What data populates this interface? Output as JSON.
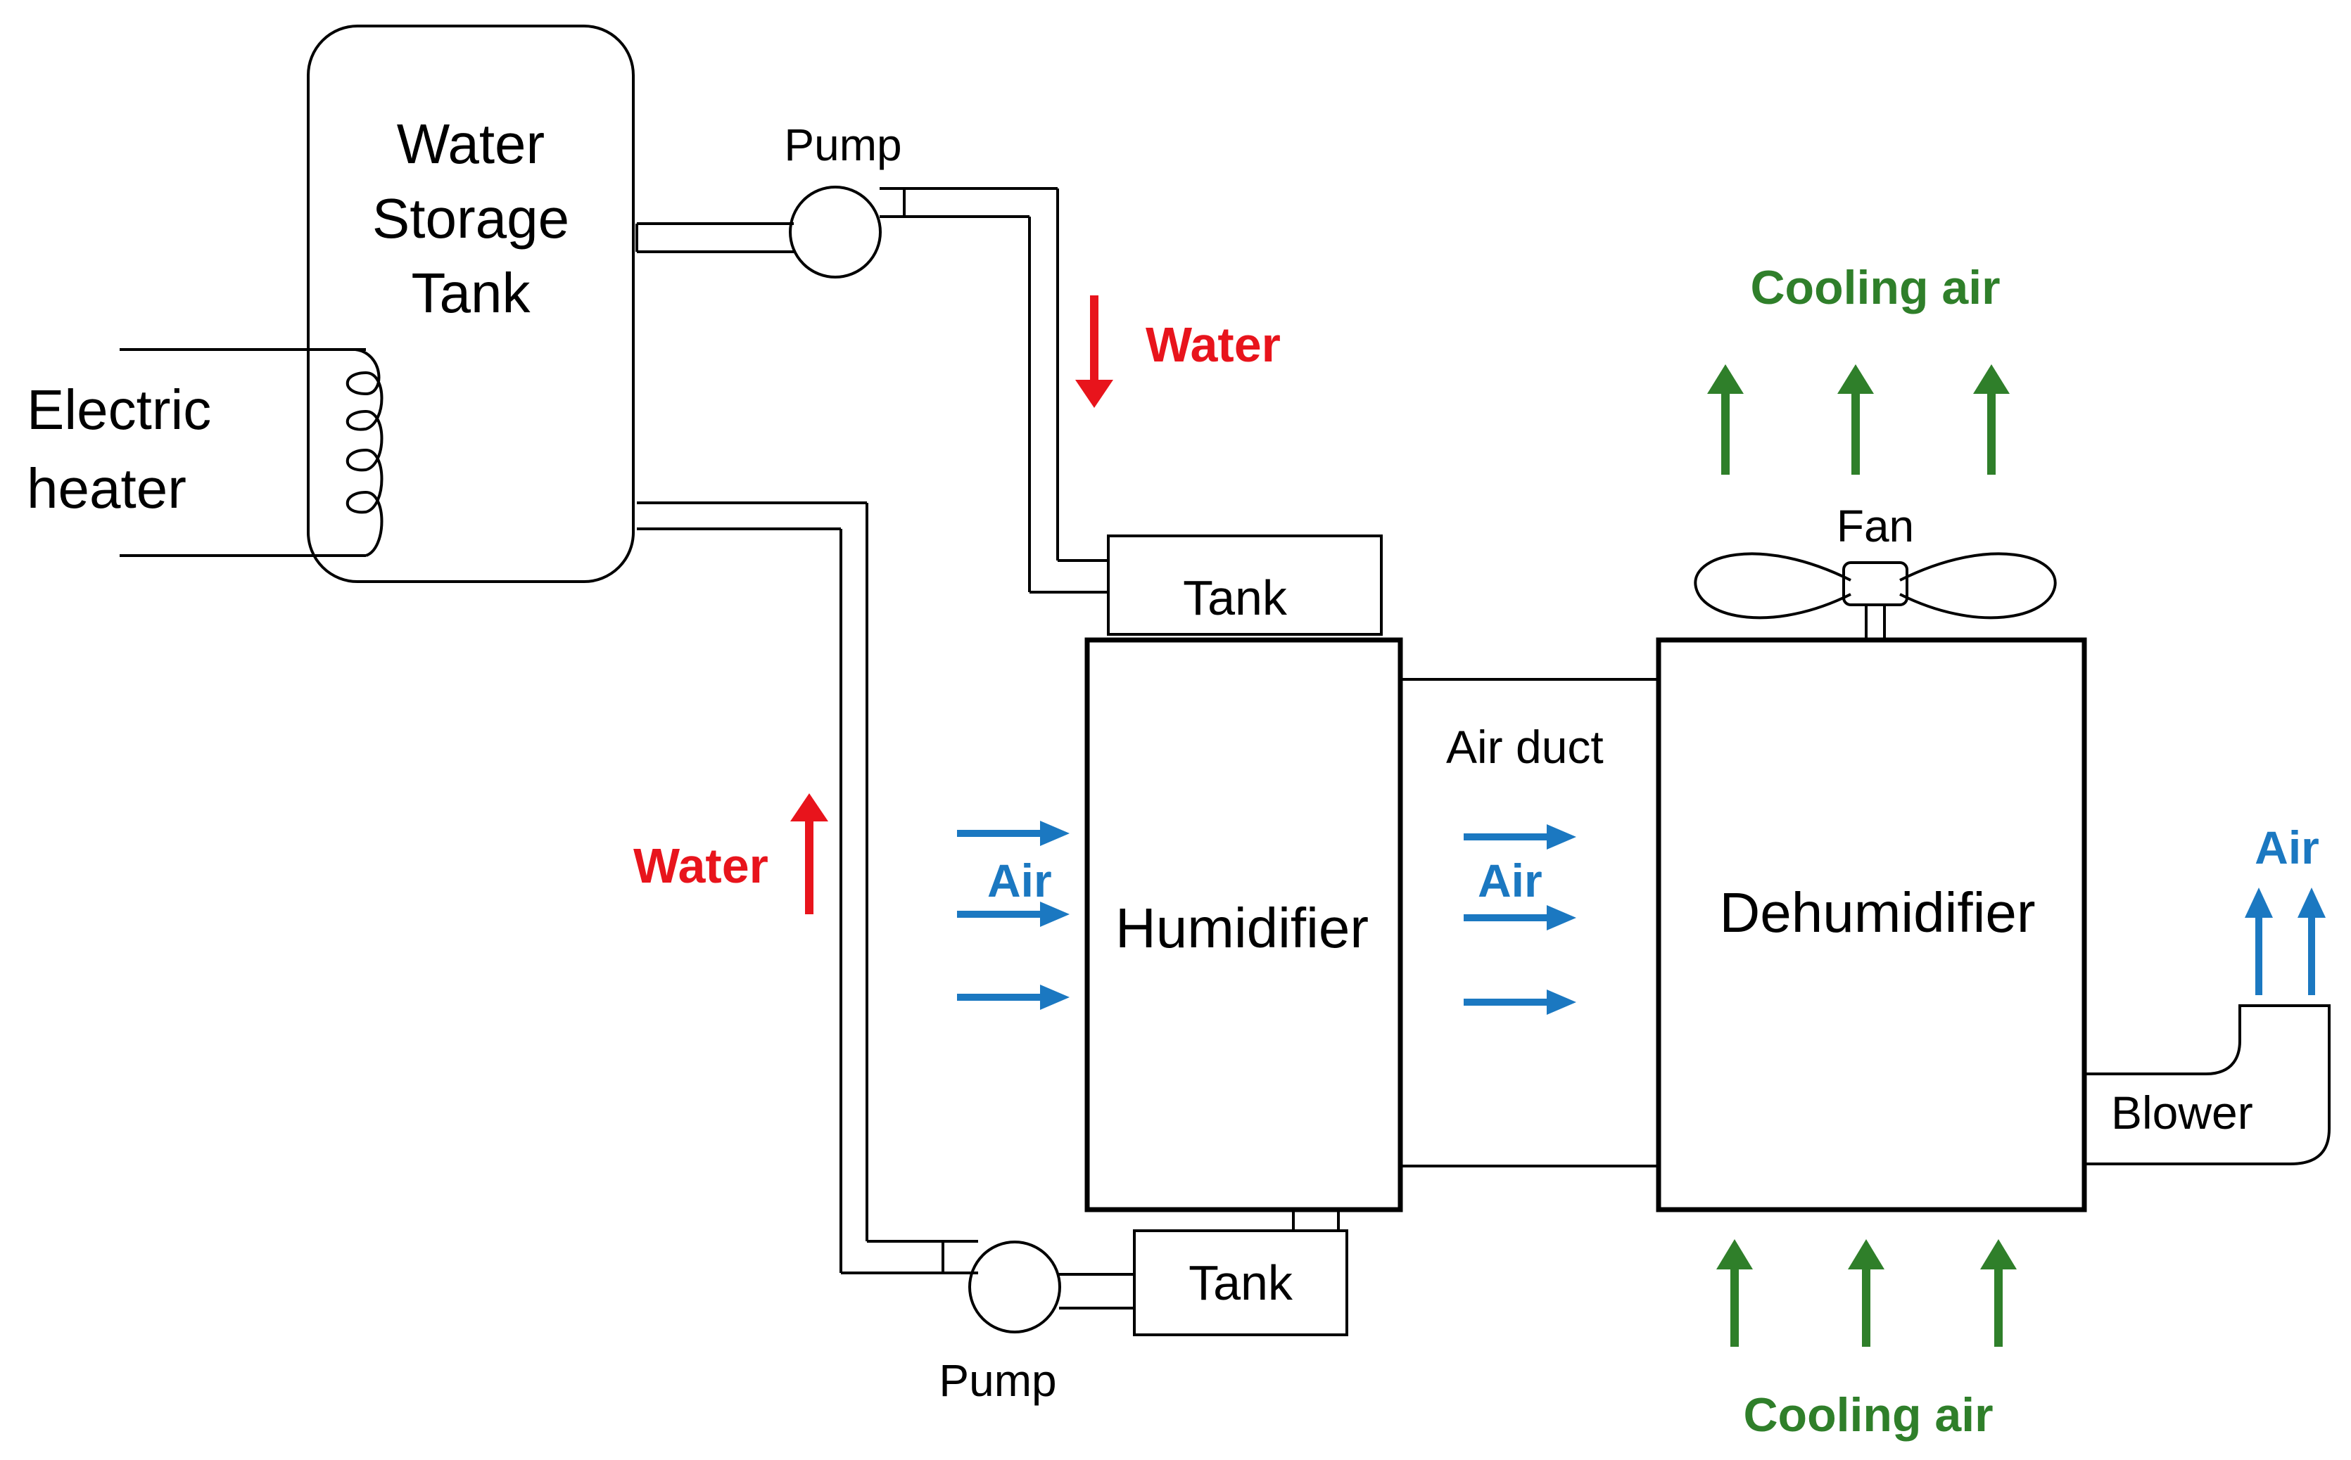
{
  "labels": {
    "water_storage_tank_line1": "Water",
    "water_storage_tank_line2": "Storage",
    "water_storage_tank_line3": "Tank",
    "electric_heater_line1": "Electric",
    "electric_heater_line2": "heater",
    "pump_top": "Pump",
    "pump_bottom": "Pump",
    "tank_top": "Tank",
    "tank_bottom": "Tank",
    "humidifier": "Humidifier",
    "dehumidifier": "Dehumidifier",
    "air_duct": "Air duct",
    "fan": "Fan",
    "blower": "Blower",
    "water_down": "Water",
    "water_up": "Water",
    "air_humidifier_inlet": "Air",
    "air_duct_flow": "Air",
    "air_exit": "Air",
    "cooling_air_top": "Cooling air",
    "cooling_air_bottom": "Cooling air"
  },
  "colors": {
    "water": "#e8141c",
    "air": "#1b78c1",
    "cooling_air": "#2f7f2a",
    "line": "#000000"
  }
}
